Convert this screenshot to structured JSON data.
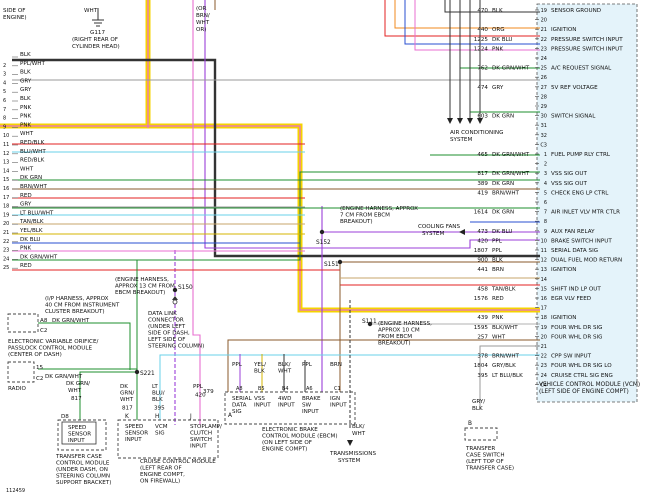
{
  "top_left": {
    "side_of": "SIDE OF",
    "engine": "ENGINE)",
    "wht": "WHT",
    "g117": "G117",
    "g117_loc1": "(RIGHT REAR OF",
    "g117_loc2": "CYLINDER HEAD)",
    "or_top": "(OR",
    "brn": "BRN/",
    "wht2": "WHT",
    "or2": "OR)"
  },
  "left_wires": [
    {
      "pin": "",
      "color": "BLK"
    },
    {
      "pin": "2",
      "color": "PPL/WHT"
    },
    {
      "pin": "3",
      "color": "BLK"
    },
    {
      "pin": "4",
      "color": "GRY"
    },
    {
      "pin": "5",
      "color": "GRY"
    },
    {
      "pin": "6",
      "color": "BLK"
    },
    {
      "pin": "7",
      "color": "PNK"
    },
    {
      "pin": "8",
      "color": "PNK"
    },
    {
      "pin": "9",
      "color": "PNK"
    },
    {
      "pin": "10",
      "color": "WHT"
    },
    {
      "pin": "11",
      "color": "RED/BLK"
    },
    {
      "pin": "12",
      "color": "BLU/WHT"
    },
    {
      "pin": "13",
      "color": "RED/BLK"
    },
    {
      "pin": "14",
      "color": "WHT"
    },
    {
      "pin": "15",
      "color": "DK GRN"
    },
    {
      "pin": "16",
      "color": "BRN/WHT"
    },
    {
      "pin": "17",
      "color": "RED"
    },
    {
      "pin": "18",
      "color": "GRY"
    },
    {
      "pin": "19",
      "color": "LT BLU/WHT"
    },
    {
      "pin": "20",
      "color": "TAN/BLK"
    },
    {
      "pin": "21",
      "color": "YEL/BLK"
    },
    {
      "pin": "22",
      "color": "DK BLU"
    },
    {
      "pin": "23",
      "color": "PNK"
    },
    {
      "pin": "24",
      "color": "DK GRN/WHT"
    },
    {
      "pin": "25",
      "color": "RED"
    }
  ],
  "vcm_pins": [
    {
      "circuit": "470",
      "color": "BLK",
      "pin": "19",
      "func": "SENSOR GROUND"
    },
    {
      "circuit": "",
      "color": "",
      "pin": "20",
      "func": ""
    },
    {
      "circuit": "440",
      "color": "ORG",
      "pin": "21",
      "func": "IGNITION"
    },
    {
      "circuit": "1225",
      "color": "DK BLU",
      "pin": "22",
      "func": "PRESSURE SWITCH INPUT"
    },
    {
      "circuit": "1224",
      "color": "PNK",
      "pin": "23",
      "func": "PRESSURE SWITCH INPUT"
    },
    {
      "circuit": "",
      "color": "",
      "pin": "24",
      "func": ""
    },
    {
      "circuit": "762",
      "color": "DK GRN/WHT",
      "pin": "25",
      "func": "A/C REQUEST SIGNAL"
    },
    {
      "circuit": "",
      "color": "",
      "pin": "26",
      "func": ""
    },
    {
      "circuit": "474",
      "color": "GRY",
      "pin": "27",
      "func": "5V REF VOLTAGE"
    },
    {
      "circuit": "",
      "color": "",
      "pin": "28",
      "func": ""
    },
    {
      "circuit": "",
      "color": "",
      "pin": "29",
      "func": ""
    },
    {
      "circuit": "603",
      "color": "DK GRN",
      "pin": "30",
      "func": "SWITCH SIGNAL"
    },
    {
      "circuit": "",
      "color": "",
      "pin": "31",
      "func": ""
    },
    {
      "circuit": "",
      "color": "",
      "pin": "32",
      "func": ""
    },
    {
      "circuit": "",
      "color": "",
      "pin": "C3",
      "func": ""
    },
    {
      "circuit": "465",
      "color": "DK GRN/WHT",
      "pin": "1",
      "func": "FUEL PUMP RLY CTRL"
    },
    {
      "circuit": "",
      "color": "",
      "pin": "2",
      "func": ""
    },
    {
      "circuit": "817",
      "color": "DK GRN/WHT",
      "pin": "3",
      "func": "VSS SIG OUT"
    },
    {
      "circuit": "389",
      "color": "DK GRN",
      "pin": "4",
      "func": "VSS SIG OUT"
    },
    {
      "circuit": "419",
      "color": "BRN/WHT",
      "pin": "5",
      "func": "CHECK ENG LP CTRL"
    },
    {
      "circuit": "",
      "color": "",
      "pin": "6",
      "func": ""
    },
    {
      "circuit": "1614",
      "color": "DK GRN",
      "pin": "7",
      "func": "AIR INLET VLV MTR CTLR"
    },
    {
      "circuit": "",
      "color": "",
      "pin": "8",
      "func": ""
    },
    {
      "circuit": "473",
      "color": "DK BLU",
      "pin": "9",
      "func": "AUX FAN RELAY"
    },
    {
      "circuit": "420",
      "color": "PPL",
      "pin": "10",
      "func": "BRAKE SWITCH INPUT"
    },
    {
      "circuit": "1807",
      "color": "PPL",
      "pin": "11",
      "func": "SERIAL DATA SIG"
    },
    {
      "circuit": "900",
      "color": "BLK",
      "pin": "12",
      "func": "DUAL FUEL MOD RETURN"
    },
    {
      "circuit": "441",
      "color": "BRN",
      "pin": "13",
      "func": "IGNITION"
    },
    {
      "circuit": "",
      "color": "",
      "pin": "14",
      "func": ""
    },
    {
      "circuit": "458",
      "color": "TAN/BLK",
      "pin": "15",
      "func": "SHIFT IND LP OUT"
    },
    {
      "circuit": "1576",
      "color": "RED",
      "pin": "16",
      "func": "EGR VLV FEED"
    },
    {
      "circuit": "",
      "color": "",
      "pin": "17",
      "func": ""
    },
    {
      "circuit": "439",
      "color": "PNK",
      "pin": "18",
      "func": "IGNITION"
    },
    {
      "circuit": "1595",
      "color": "BLK/WHT",
      "pin": "19",
      "func": "FOUR WHL DR SIG"
    },
    {
      "circuit": "257",
      "color": "WHT",
      "pin": "20",
      "func": "FOUR WHL DR SIG"
    },
    {
      "circuit": "",
      "color": "",
      "pin": "21",
      "func": ""
    },
    {
      "circuit": "378",
      "color": "BRN/WHT",
      "pin": "22",
      "func": "CPP SW INPUT"
    },
    {
      "circuit": "1804",
      "color": "GRY/BLK",
      "pin": "23",
      "func": "FOUR WHL DR SIG LO"
    },
    {
      "circuit": "395",
      "color": "LT BLU/BLK",
      "pin": "24",
      "func": "CRUISE CTRL SIG ENG"
    },
    {
      "circuit": "",
      "color": "",
      "pin": "C4",
      "func": ""
    }
  ],
  "vcm_label": {
    "line1": "VEHICLE CONTROL MODULE (VCM)",
    "line2": "(LEFT SIDE OF ENGINE COMPT)"
  },
  "ac_system": {
    "line1": "AIR CONDITIONING",
    "line2": "SYSTEM"
  },
  "cooling_fans": {
    "line1": "COOLING FANS",
    "line2": "SYSTEM"
  },
  "splices": {
    "s152": "S152",
    "s151": "S151",
    "s150": "S150",
    "s111": "S111",
    "s221": "S221"
  },
  "notes": {
    "eng_harness_7cm": [
      "(ENGINE HARNESS, APPROX",
      "7 CM FROM EBCM",
      "BREAKOUT)"
    ],
    "eng_harness_13cm": [
      "(ENGINE HARNESS,",
      "APPROX 13 CM FROM",
      "EBCM BREAKOUT)"
    ],
    "eng_harness_10cm": [
      "(ENGINE HARNESS,",
      "APPROX 10 CM",
      "FROM EBCM",
      "BREAKOUT)"
    ],
    "ip_harness": [
      "(I/P HARNESS, APPROX",
      "40 CM FROM INSTRUMENT",
      "CLUSTER BREAKOUT)"
    ],
    "dlc": [
      "DATA LINK",
      "CONNECTOR",
      "(UNDER LEFT",
      "SIDE OF DASH,",
      "LEFT SIDE OF",
      "STEERING COLUMN)"
    ]
  },
  "evo_module": {
    "title": [
      "ELECTRONIC VARIABLE ORIFICE/",
      "PASSLOCK CONTROL MODULE",
      "(CENTER OF DASH)"
    ],
    "pin": "A8",
    "wire": "DK GRN/WHT",
    "connector": "C2"
  },
  "radio": {
    "label": "RADIO",
    "pin": "15",
    "wire": "DK GRN/WHT",
    "connector": "C2"
  },
  "speed_sensor_tc": {
    "pin": "D8",
    "title": [
      "SPEED",
      "SENSOR",
      "INPUT"
    ],
    "module": [
      "TRANSFER CASE",
      "CONTROL MODULE",
      "(UNDER DASH, ON",
      "STEERING COLUMN",
      "SUPPORT BRACKET)"
    ],
    "wire": [
      "DK GRN/",
      "WHT"
    ],
    "circuit": "817"
  },
  "cruise_module": {
    "pins": [
      {
        "pin": "K",
        "name": [
          "SPEED",
          "SENSOR",
          "INPUT"
        ]
      },
      {
        "pin": "H",
        "name": [
          "VCM",
          "SIG"
        ]
      },
      {
        "pin": "J",
        "name": [
          "STOPLAMP/",
          "CLUTCH",
          "SWITCH",
          "INPUT"
        ]
      }
    ],
    "wires": [
      {
        "color": [
          "DK",
          "GRN/",
          "WHT"
        ],
        "circuit": "817"
      },
      {
        "color": [
          "LT",
          "BLU/",
          "BLK"
        ],
        "circuit": "395"
      },
      {
        "color": [
          "PPL"
        ],
        "circuit": "420"
      }
    ],
    "title": [
      "CRUISE CONTROL MODULE",
      "(LEFT REAR OF",
      "ENGINE COMPT,",
      "ON FIREWALL)"
    ],
    "extra_circuit": "379"
  },
  "ebcm": {
    "pins": [
      {
        "pin": "A8",
        "name": [
          "SERIAL",
          "DATA",
          "SIG"
        ],
        "wire": "PPL"
      },
      {
        "pin": "B5",
        "name": [
          "VSS",
          "INPUT"
        ],
        "wire": [
          "YEL/",
          "BLK"
        ]
      },
      {
        "pin": "B4",
        "name": [
          "4WD",
          "INPUT"
        ],
        "wire": [
          "BLK/",
          "WHT"
        ]
      },
      {
        "pin": "A6",
        "name": [
          "BRAKE",
          "SW",
          "INPUT"
        ],
        "wire": "PPL"
      },
      {
        "pin": "C1",
        "name": [
          "IGN",
          "INPUT"
        ],
        "wire": "BRN"
      }
    ],
    "connector_a": "A",
    "title": [
      "ELECTRONIC BRAKE",
      "CONTROL MODULE (EBCM)",
      "(ON LEFT SIDE OF",
      "ENGINE COMPT)"
    ]
  },
  "transmissions": {
    "wire": [
      "BLK/",
      "WHT"
    ],
    "label": [
      "TRANSMISSIONS",
      "SYSTEM"
    ]
  },
  "tc_switch": {
    "wire": [
      "GRY/",
      "BLK"
    ],
    "pin": "B",
    "label": [
      "TRANSFER",
      "CASE SWITCH",
      "(LEFT TOP OF",
      "TRANSFER CASE)"
    ]
  },
  "figure_number": "112459",
  "colors": {
    "yellow": "#f5d300",
    "pink": "#e86fd0",
    "purple": "#9b3fd9",
    "dkgreen": "#1e8f2e",
    "ltblue": "#6ad0e8",
    "dkblue": "#2a4fd0",
    "red": "#e32222",
    "black": "#222222",
    "gray": "#9a9a9a",
    "brown": "#8a5a2b",
    "orange": "#f08a1c",
    "vcm_fill": "#e4f3fa"
  }
}
